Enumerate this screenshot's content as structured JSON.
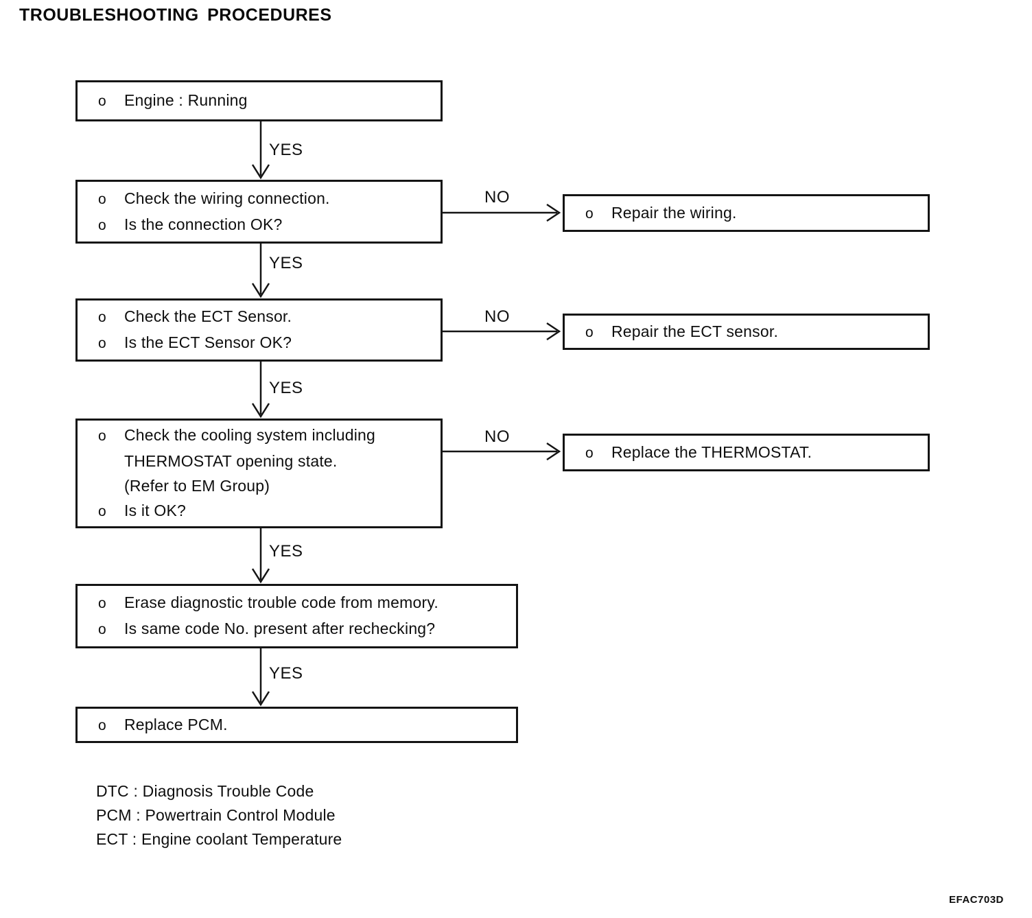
{
  "title": "TROUBLESHOOTING PROCEDURES",
  "labels": {
    "yes": "YES",
    "no": "NO"
  },
  "flowchart": {
    "nodes": [
      {
        "name": "engine-running",
        "lines": [
          {
            "b": "o",
            "t": "Engine : Running"
          }
        ]
      },
      {
        "name": "check-wiring",
        "lines": [
          {
            "b": "o",
            "t": "Check the wiring connection."
          },
          {
            "b": "o",
            "t": "Is the connection OK?"
          }
        ]
      },
      {
        "name": "repair-wiring",
        "lines": [
          {
            "b": "o",
            "t": "Repair the wiring."
          }
        ]
      },
      {
        "name": "check-ect-sensor",
        "lines": [
          {
            "b": "o",
            "t": "Check the ECT Sensor."
          },
          {
            "b": "o",
            "t": "Is the ECT Sensor OK?"
          }
        ]
      },
      {
        "name": "repair-ect-sensor",
        "lines": [
          {
            "b": "o",
            "t": "Repair the ECT sensor."
          }
        ]
      },
      {
        "name": "check-cooling-system",
        "lines": [
          {
            "b": "o",
            "t": "Check the cooling system including"
          },
          {
            "b": "",
            "t": "THERMOSTAT opening state."
          },
          {
            "b": "",
            "t": "(Refer to EM Group)"
          },
          {
            "b": "o",
            "t": "Is it OK?"
          }
        ]
      },
      {
        "name": "replace-thermostat",
        "lines": [
          {
            "b": "o",
            "t": "Replace the THERMOSTAT."
          }
        ]
      },
      {
        "name": "erase-dtc",
        "lines": [
          {
            "b": "o",
            "t": "Erase diagnostic trouble code from memory."
          },
          {
            "b": "o",
            "t": "Is same code No. present after rechecking?"
          }
        ]
      },
      {
        "name": "replace-pcm",
        "lines": [
          {
            "b": "o",
            "t": "Replace PCM."
          }
        ]
      }
    ]
  },
  "legend": {
    "lines": [
      "DTC : Diagnosis Trouble Code",
      "PCM : Powertrain Control Module",
      "ECT : Engine coolant Temperature"
    ]
  },
  "figure_code": "EFAC703D"
}
